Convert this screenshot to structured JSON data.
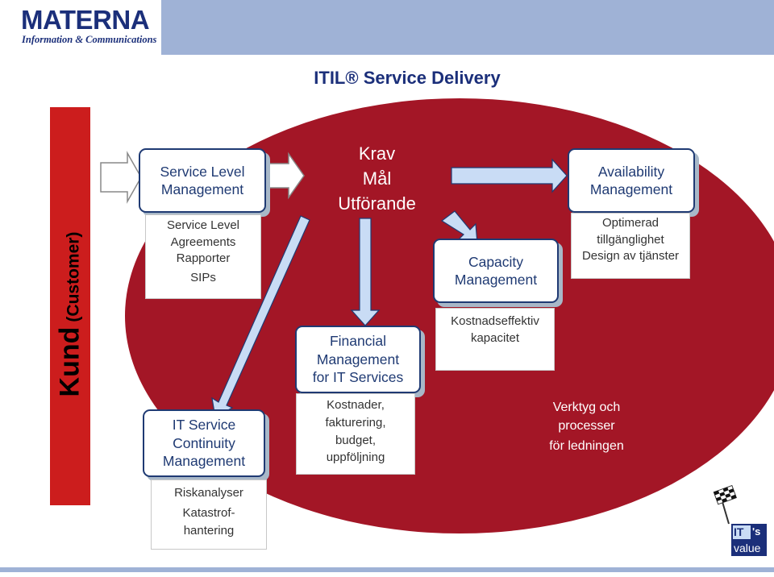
{
  "header": {
    "logo_main": "MATERNA",
    "logo_sub": "Information & Communications",
    "title": "ITIL® Service Delivery"
  },
  "side_label": {
    "main": "Kund",
    "sub": "(Customer)"
  },
  "center_text": {
    "lines": [
      "Krav",
      "Mål",
      "Utförande"
    ]
  },
  "boxes": {
    "slm": [
      "Service Level",
      "Management"
    ],
    "availability": [
      "Availability",
      "Management"
    ],
    "capacity": [
      "Capacity",
      "Management"
    ],
    "financial": [
      "Financial",
      "Management",
      "for IT Services"
    ],
    "continuity": [
      "IT Service",
      "Continuity",
      "Management"
    ]
  },
  "notes": {
    "slm": [
      "Service Level",
      "Agreements",
      "Rapporter",
      "SIPs"
    ],
    "availability": [
      "Optimerad",
      "tillgänglighet",
      "Design av tjänster"
    ],
    "capacity": [
      "Kostnadseffektiv",
      "kapacitet"
    ],
    "financial": [
      "Kostnader,",
      "fakturering,",
      "budget,",
      "uppföljning"
    ],
    "continuity": [
      "Riskanalyser",
      "Katastrof-",
      "hantering"
    ]
  },
  "tools_text": [
    "Verktyg och",
    "processer",
    "för ledningen"
  ],
  "badge": {
    "text_top": "IT",
    "text_top_suffix": "'s",
    "text_bottom": "value"
  },
  "colors": {
    "brand_blue": "#1b2f7a",
    "header_bar": "#9fb2d6",
    "ellipse_red": "#a31626",
    "strip_red": "#cc1d1d",
    "arrow_fill": "#c9dcf5",
    "box_text": "#1f3a73"
  }
}
